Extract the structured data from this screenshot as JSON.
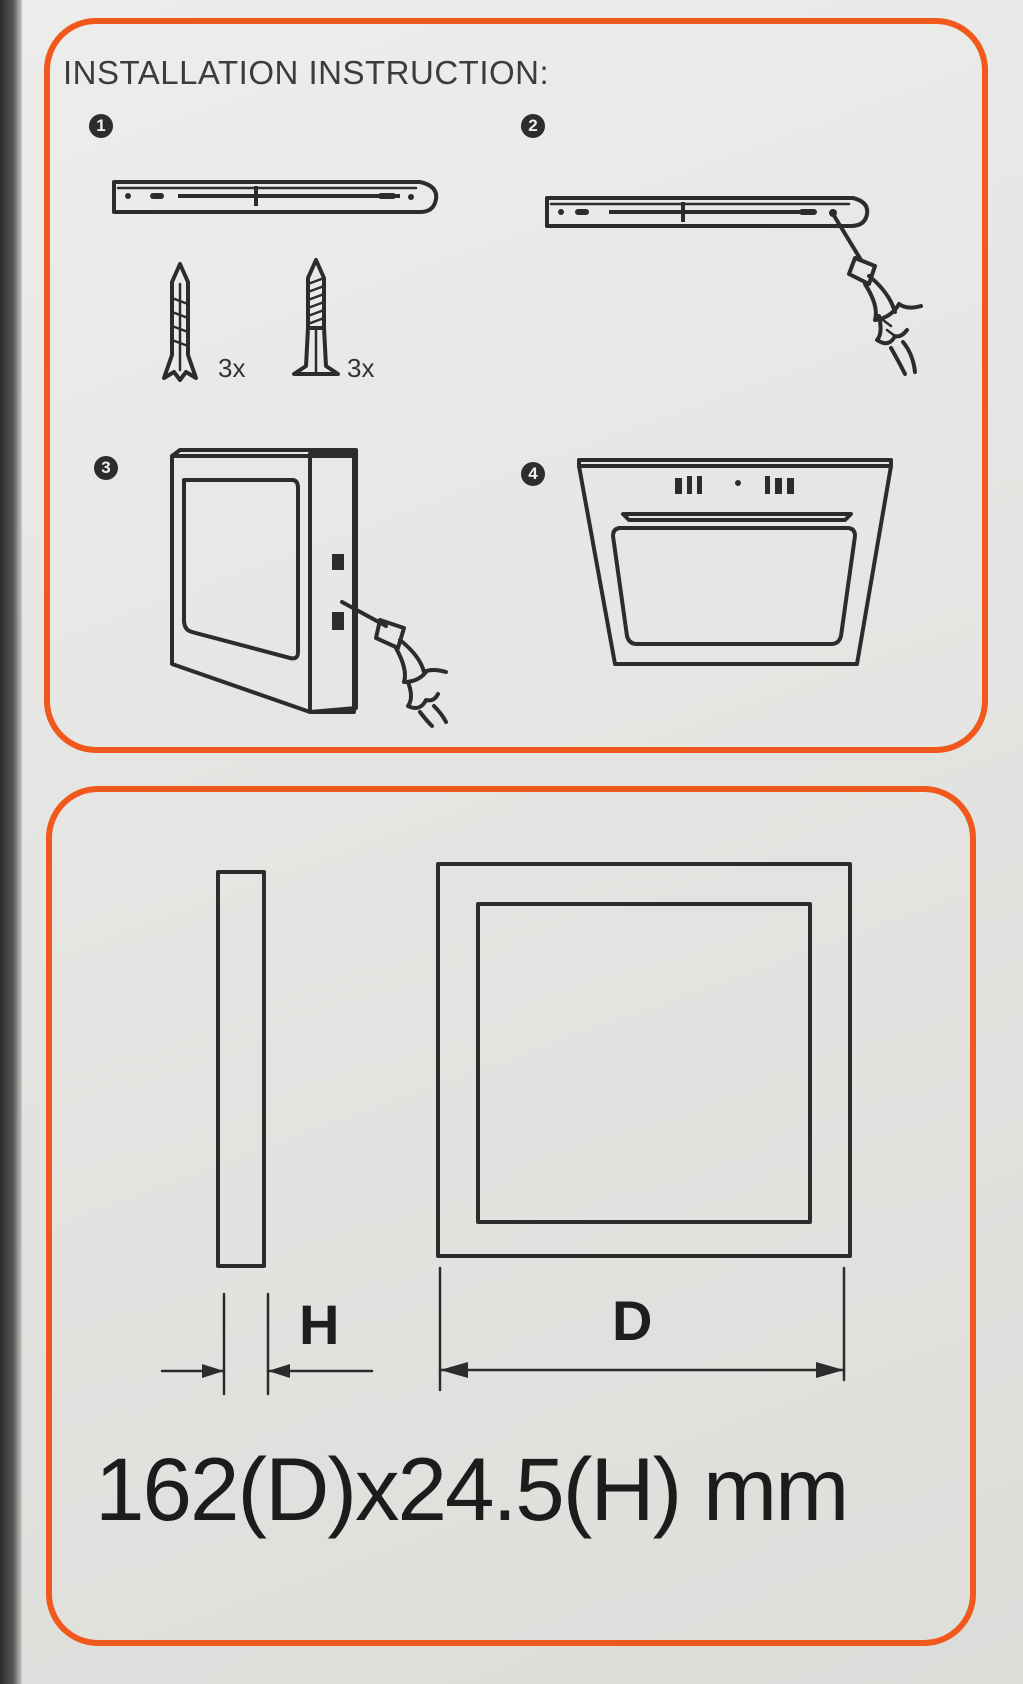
{
  "install": {
    "title": "INSTALLATION INSTRUCTION:",
    "steps": [
      {
        "number": "1",
        "items": [
          {
            "icon": "wall-plug-icon",
            "qty": "3x"
          },
          {
            "icon": "screw-icon",
            "qty": "3x"
          }
        ]
      },
      {
        "number": "2"
      },
      {
        "number": "3"
      },
      {
        "number": "4"
      }
    ]
  },
  "dimensions": {
    "h_label": "H",
    "d_label": "D",
    "caption": "162(D)x24.5(H) mm"
  },
  "colors": {
    "frame_orange": "#f1581c",
    "ink": "#2c2c2c",
    "paper": "#e6e6e3"
  }
}
